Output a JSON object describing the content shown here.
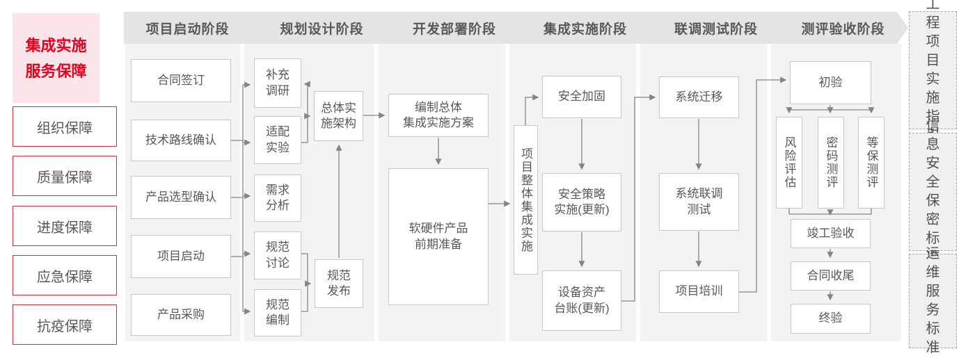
{
  "left_panel": {
    "title": "集成实施\n服务保障",
    "items": [
      "组织保障",
      "质量保障",
      "进度保障",
      "应急保障",
      "抗疫保障"
    ]
  },
  "phases": [
    "项目启动阶段",
    "规划设计阶段",
    "开发部署阶段",
    "集成实施阶段",
    "联调测试阶段",
    "测评验收阶段"
  ],
  "flow": {
    "startup": {
      "contract_signing": "合同签订",
      "tech_route_confirm": "技术路线确认",
      "product_selection_confirm": "产品选型确认",
      "project_kickoff": "项目启动",
      "product_procurement": "产品采购"
    },
    "planning": {
      "supplementary_research": "补充\n调研",
      "adaptation_experiment": "适配\n实验",
      "requirement_analysis": "需求\n分析",
      "spec_discussion": "规范\n讨论",
      "spec_drafting": "规范\n编制",
      "overall_architecture": "总体实\n施架构",
      "spec_release": "规范\n发布"
    },
    "development": {
      "overall_plan": "编制总体\n集成实施方案",
      "product_preparation": "软硬件产品\n前期准备"
    },
    "integration": {
      "overall_integration": "项目整体集成实施",
      "security_hardening": "安全加固",
      "security_policy": "安全策略\n实施(更新)",
      "asset_ledger": "设备资产\n台账(更新)"
    },
    "joint_testing": {
      "system_migration": "系统迁移",
      "system_joint_test": "系统联调\n测试",
      "project_training": "项目培训"
    },
    "acceptance": {
      "initial_acceptance": "初验",
      "risk_assessment": "风险评估",
      "crypto_evaluation": "密码测评",
      "mlps_evaluation": "等保测评",
      "completion_acceptance": "竣工验收",
      "contract_closing": "合同收尾",
      "final_acceptance": "终验"
    }
  },
  "right_panel": {
    "items": [
      "工程\n项目\n实施\n指引",
      "信息\n安全\n保密\n标准",
      "运维\n服务\n标准"
    ]
  },
  "colors": {
    "accent_red": "#e60021",
    "border_red": "#c53340",
    "pink_bg": "#fbe5e9",
    "band_gray": "#e5e3e3",
    "panel_gray": "#f4f3f3",
    "line_gray": "#858383",
    "text_gray": "#595757"
  }
}
